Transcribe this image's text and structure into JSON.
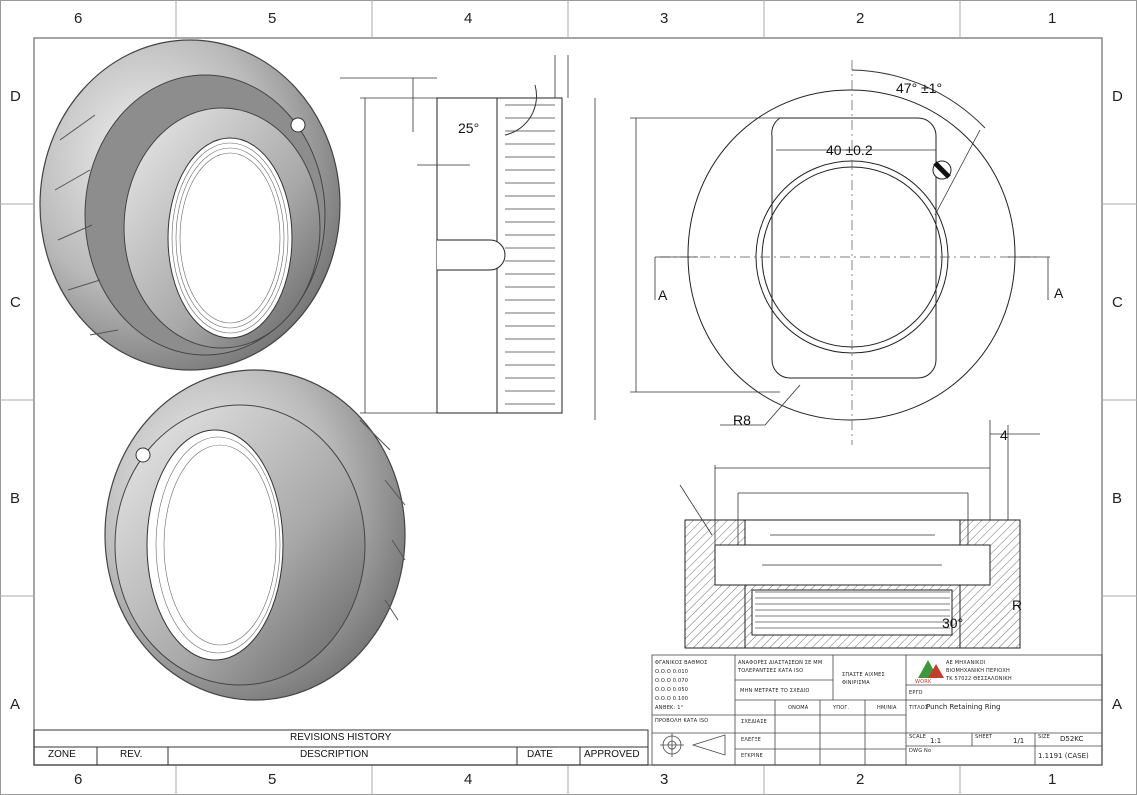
{
  "zones": {
    "columns": [
      "6",
      "5",
      "4",
      "3",
      "2",
      "1"
    ],
    "rows": [
      "D",
      "C",
      "B",
      "A"
    ]
  },
  "dimensions": {
    "angle_knurl": "25°",
    "angle_hole": "47° ±1°",
    "width_slot": "40 ±0.2",
    "radius": "R8",
    "section_left": "A",
    "section_right": "A",
    "offset": "4",
    "thread_angle": "30°",
    "r_label": "R"
  },
  "revisions": {
    "title": "REVISIONS HISTORY",
    "columns": [
      "ZONE",
      "REV.",
      "DESCRIPTION",
      "DATE",
      "APPROVED"
    ]
  },
  "title_block": {
    "tolerances": [
      "ΦΓΑΝΙΚΟΣ ΒΑΘΜΟΣ",
      "Ο.Ο.Ο  0.010",
      "Ο.Ο.Ο  0.070",
      "Ο.Ο.Ο  0.050",
      "Ο.Ο.Ο  0.100",
      "ΑΝΘΕΚ: 1°"
    ],
    "note_dim": "ΑΝΑΦΟΡΕΣ ΔΙΑΣΤΑΣΕΩΝ ΣΕ MM",
    "note_tol": "ΤΟΛΕΡΑΝΤΣΕΣ ΚΑΤΑ ISO",
    "note_scale": "ΜΗΝ ΜΕΤΡΑΤΕ ΤΟ ΣΧΕΔΙΟ",
    "note_edges": "ΣΠΑΣΤΕ ΑΙΧΜΕΣ",
    "note_finish": "ΦΙΝΙΡΙΣΜΑ",
    "company_1": "ΑΕ ΜΗΧΑΝΙΚΟΙ",
    "company_2": "ΒΙΟΜΗΧΑΝΙΚΗ ΠΕΡΙΟΧΗ",
    "company_3": "ΤΚ 57022 ΘΕΣΣΑΛΟΝΙΚΗ",
    "project_label": "ΕΡΓΟ",
    "projection": "ΠΡΟΒΟΛΗ ΚΑΤΑ ISO",
    "sign_cols": [
      "ΟΝΟΜΑ",
      "ΥΠΟΓ.",
      "ΗΜ/ΝΙΑ"
    ],
    "rows": [
      "ΣΧΕΔΙΑΣΕ",
      "ΕΛΕΓΞΕ",
      "ΕΓΚΡΙΝΕ"
    ],
    "title_label": "ΤΙΤΛΟΣ",
    "title": "Punch Retaining Ring",
    "scale_label": "SCALE",
    "scale": "1:1",
    "sheet_label": "SHEET",
    "sheet": "1/1",
    "dwg_label": "DWG No",
    "dwg": "1.1191 (CASE)",
    "size_label": "SIZE",
    "size": "D52KC",
    "logo_text": "WORK"
  }
}
